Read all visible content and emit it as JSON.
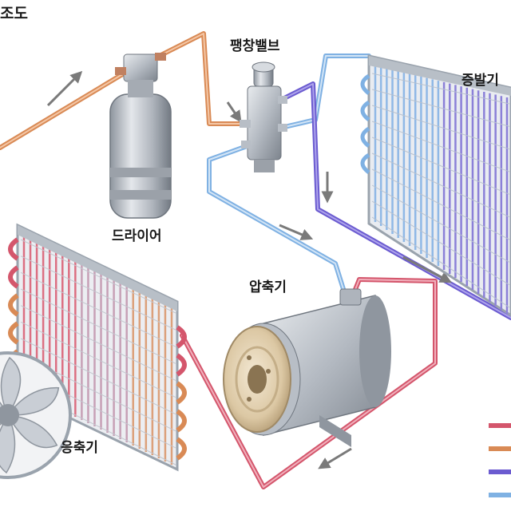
{
  "diagram": {
    "title_fragment": "조도",
    "components": {
      "dryer": "드라이어",
      "expansion_valve": "팽창밸브",
      "evaporator": "증발기",
      "compressor": "압축기",
      "condenser": "응축기"
    },
    "colors": {
      "pipe_red": "#d4566c",
      "pipe_orange": "#d98a55",
      "pipe_purple": "#6b5bd0",
      "pipe_blue": "#7fb1e3",
      "arrow": "#7a7a7a",
      "metal": "#c4c9d0",
      "frame": "#9aa3ad",
      "pulley": "#e7d6b8"
    },
    "legend_colors": [
      "#d4566c",
      "#d98a55",
      "#6b5bd0",
      "#7fb1e3"
    ],
    "icons": [
      "fan-icon",
      "flow-arrow-icon"
    ]
  }
}
